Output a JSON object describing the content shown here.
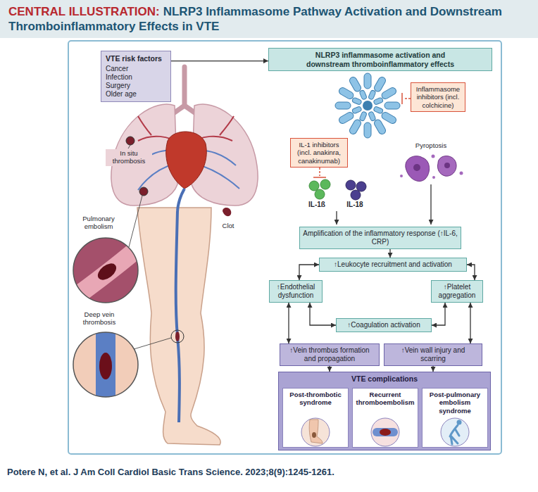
{
  "diagram": {
    "title": "NLRP3 Inflammasome Pathway Activation and Downstream Thromboinflammatory Effects in VTE",
    "caption": "Potere N, et al. J Am Coll Cardiol Basic Trans Science. 2023;8(9):1245-1261.",
    "nodes": [
      {
        "text": [
          "VTE risk factors",
          "Cancer",
          "Infection",
          "Surgery",
          "Older age"
        ]
      },
      {
        "text": [
          "NLRP3 inflammasome activation and downstream thromboinflammatory effects"
        ]
      },
      {
        "text": [
          "Inflammasome inhibitors (incl. colchicine)"
        ]
      },
      {
        "text": [
          "IL-1 inhibitors (incl. anakinra, canakinumab)"
        ]
      },
      {
        "text": [
          "Amplification of the inflammatory response (↑IL-6, CRP)"
        ]
      },
      {
        "text": [
          "↑Leukocyte recruitment and activation"
        ]
      },
      {
        "text": [
          "↑Endothelial dysfunction"
        ]
      },
      {
        "text": [
          "↑Platelet aggregation"
        ]
      },
      {
        "text": [
          "↑Coagulation activation"
        ]
      },
      {
        "text": [
          "↑Vein thrombus formation and propagation"
        ]
      },
      {
        "text": [
          "↑Vein wall injury and scarring"
        ]
      },
      {
        "text": [
          "VTE complications"
        ]
      },
      {
        "text": [
          "Post-thrombotic syndrome"
        ],
        "in": 11
      },
      {
        "text": [
          "Recurrent thromboembolism"
        ],
        "in": 11
      },
      {
        "text": [
          "Post-pulmonary embolism syndrome"
        ],
        "in": 11
      }
    ],
    "edges": [
      {
        "from": 0,
        "to": 1,
        "arrow": "to"
      },
      {
        "from": 4,
        "to": 5,
        "arrow": "to"
      },
      {
        "from": 5,
        "to": 6,
        "arrow": "both"
      },
      {
        "from": 5,
        "to": 7,
        "arrow": "both"
      },
      {
        "from": 6,
        "to": 8,
        "arrow": "both"
      },
      {
        "from": 7,
        "to": 8,
        "arrow": "both"
      },
      {
        "from": 6,
        "to": 9,
        "arrow": "both"
      },
      {
        "from": 7,
        "to": 10,
        "arrow": "both"
      },
      {
        "from": 9,
        "to": 11,
        "arrow": "to"
      },
      {
        "from": 10,
        "to": 11,
        "arrow": "to"
      }
    ],
    "labels": [
      "CENTRAL ILLUSTRATION:",
      "In situ thrombosis",
      "Pulmonary embolism",
      "Clot",
      "Deep vein thrombosis",
      "IL-1ß",
      "IL-18",
      "Pyroptosis"
    ]
  }
}
